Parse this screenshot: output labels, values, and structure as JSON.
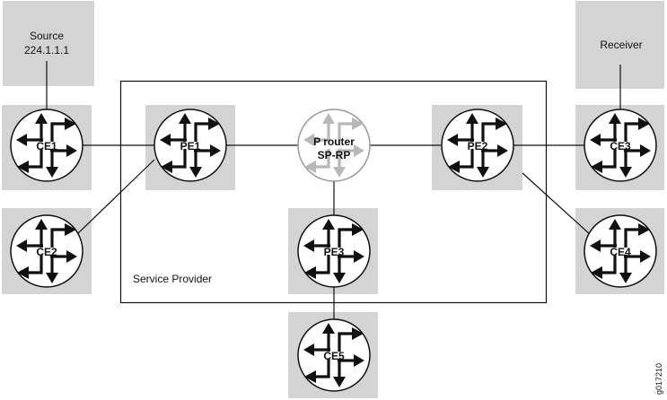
{
  "diagram": {
    "source": {
      "line1": "Source",
      "line2": "224.1.1.1"
    },
    "receiver": {
      "label": "Receiver"
    },
    "domain_label": "Service Provider",
    "routers": {
      "ce1": "CE1",
      "ce2": "CE2",
      "ce3": "CE3",
      "ce4": "CE4",
      "ce5": "CE5",
      "pe1": "PE1",
      "pe2": "PE2",
      "pe3": "PE3",
      "p": {
        "line1": "P router",
        "line2": "SP-RP"
      }
    },
    "figure_id": "g017210"
  },
  "colors": {
    "box_fill": "#d4d4d4",
    "router_stroke": "#111111",
    "p_router_arrows": "#b8b8b8",
    "line": "#111111"
  }
}
